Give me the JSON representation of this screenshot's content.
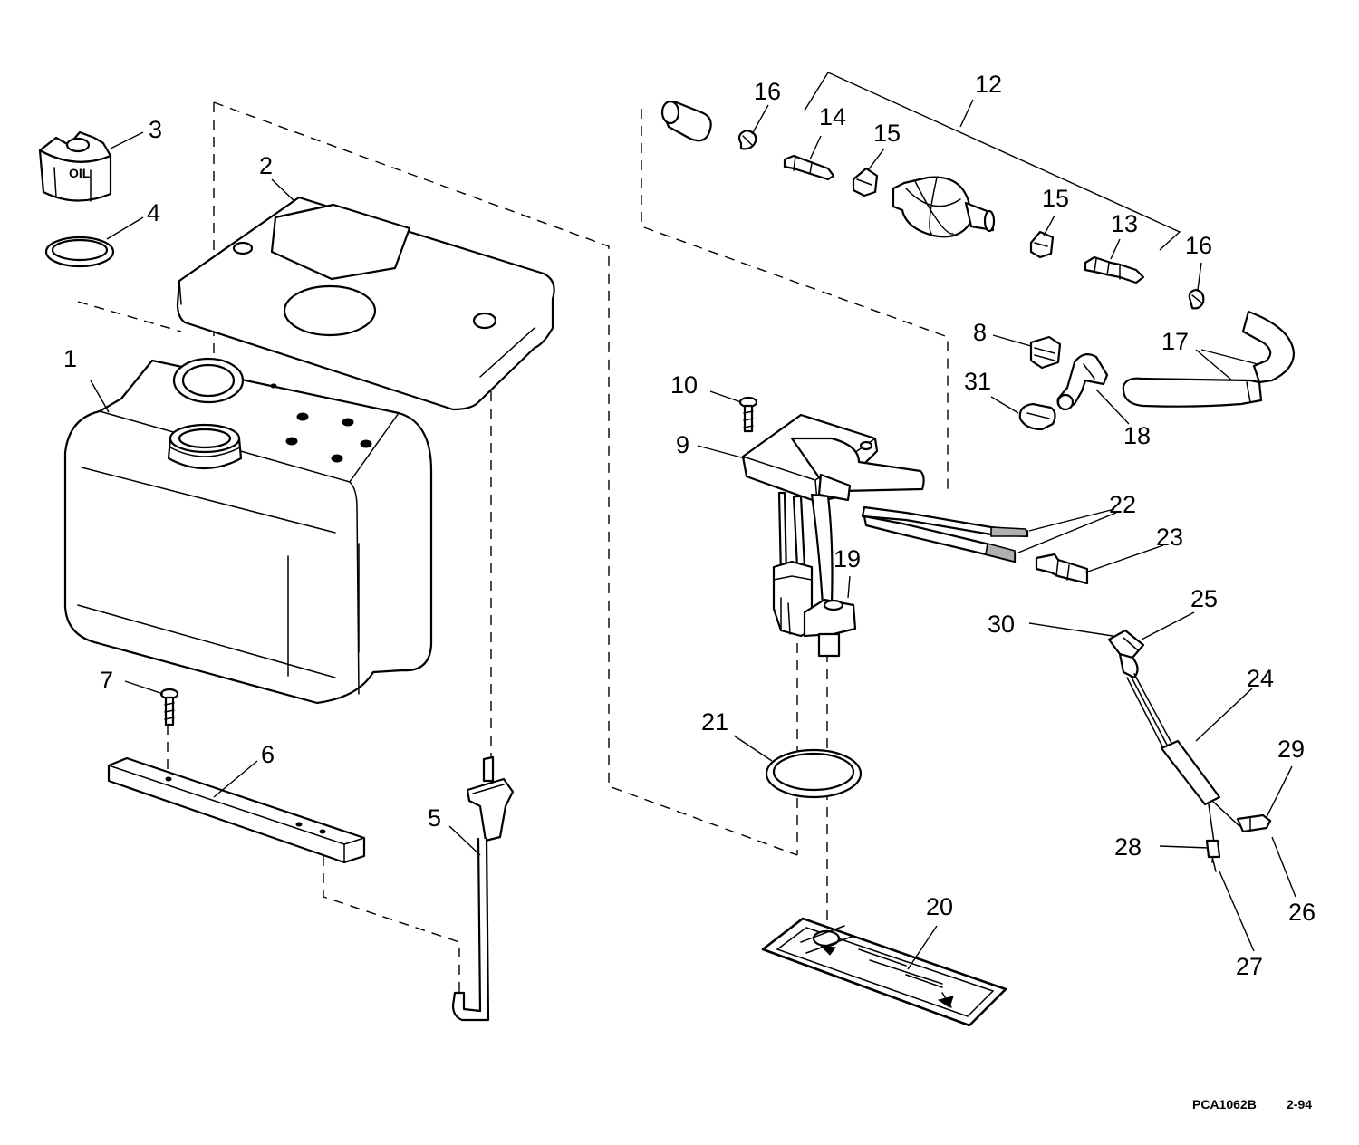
{
  "callouts": {
    "c1": "1",
    "c2": "2",
    "c3": "3",
    "c4": "4",
    "c5": "5",
    "c6": "6",
    "c7": "7",
    "c8": "8",
    "c9": "9",
    "c10": "10",
    "c12": "12",
    "c13": "13",
    "c14": "14",
    "c15a": "15",
    "c15b": "15",
    "c16a": "16",
    "c16b": "16",
    "c17": "17",
    "c18": "18",
    "c19": "19",
    "c20": "20",
    "c21": "21",
    "c22": "22",
    "c23": "23",
    "c24": "24",
    "c25": "25",
    "c26": "26",
    "c27": "27",
    "c28": "28",
    "c29": "29",
    "c30": "30",
    "c31": "31"
  },
  "cap_text": "OIL",
  "footer": {
    "drawing_code": "PCA1062B",
    "date": "2-94"
  }
}
